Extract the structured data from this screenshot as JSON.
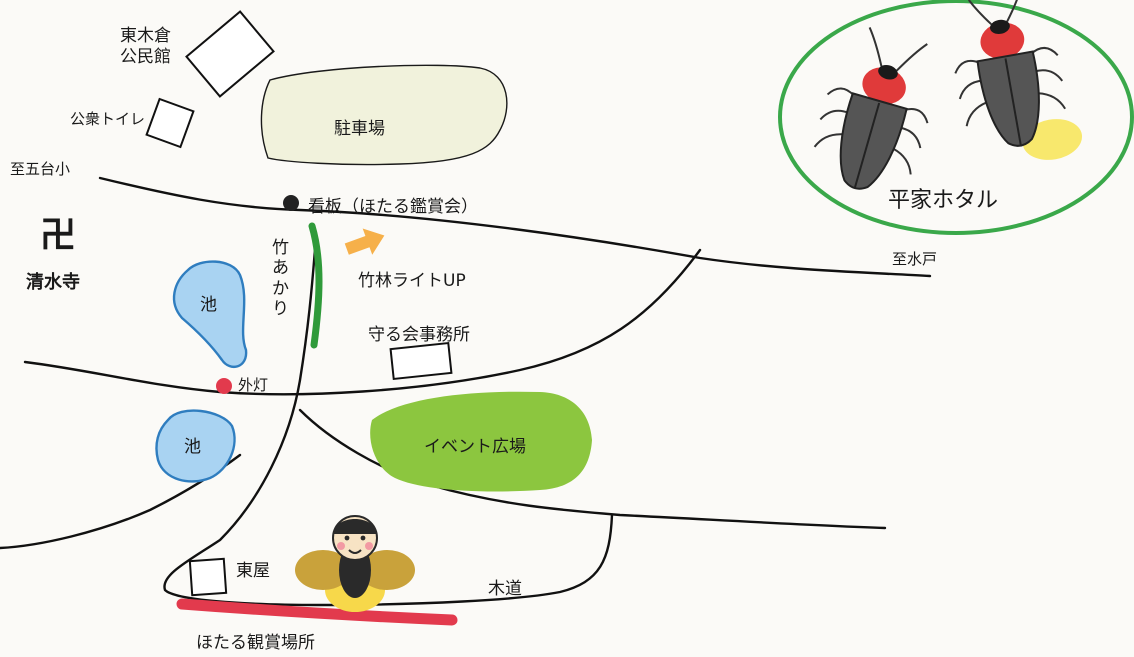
{
  "map": {
    "labels": {
      "higashi_kikura": "東木倉\n公民館",
      "toilet": "公衆トイレ",
      "parking": "駐車場",
      "to_godaisho": "至五台小",
      "signboard": "看板（ほたる鑑賞会）",
      "heike": "平家ホタル",
      "temple_mark": "卍",
      "temple_name": "清水寺",
      "bamboo_light": "竹\nあ\nか\nり",
      "bamboo_forest": "竹林ライトUP",
      "to_mito": "至水戸",
      "pond": "池",
      "office": "守る会事務所",
      "lamp": "外灯",
      "event_plaza": "イベント広場",
      "gazebo": "東屋",
      "boardwalk": "木道",
      "viewing_spot": "ほたる観賞場所"
    },
    "colors": {
      "parking_fill": "#f1f2dc",
      "event_fill": "#8cc63f",
      "pond_fill": "#a9d3f2",
      "pond_stroke": "#2f7dbf",
      "circle_stroke": "#3aa84a",
      "bamboo_bar": "#2f9a3a",
      "arrow": "#f6b04a",
      "lamp": "#e23a4d",
      "viewing_bar": "#e23a4d"
    },
    "icons": [
      "firefly-icon",
      "firefly-mascot-icon",
      "temple-icon",
      "arrow-right-icon"
    ]
  }
}
